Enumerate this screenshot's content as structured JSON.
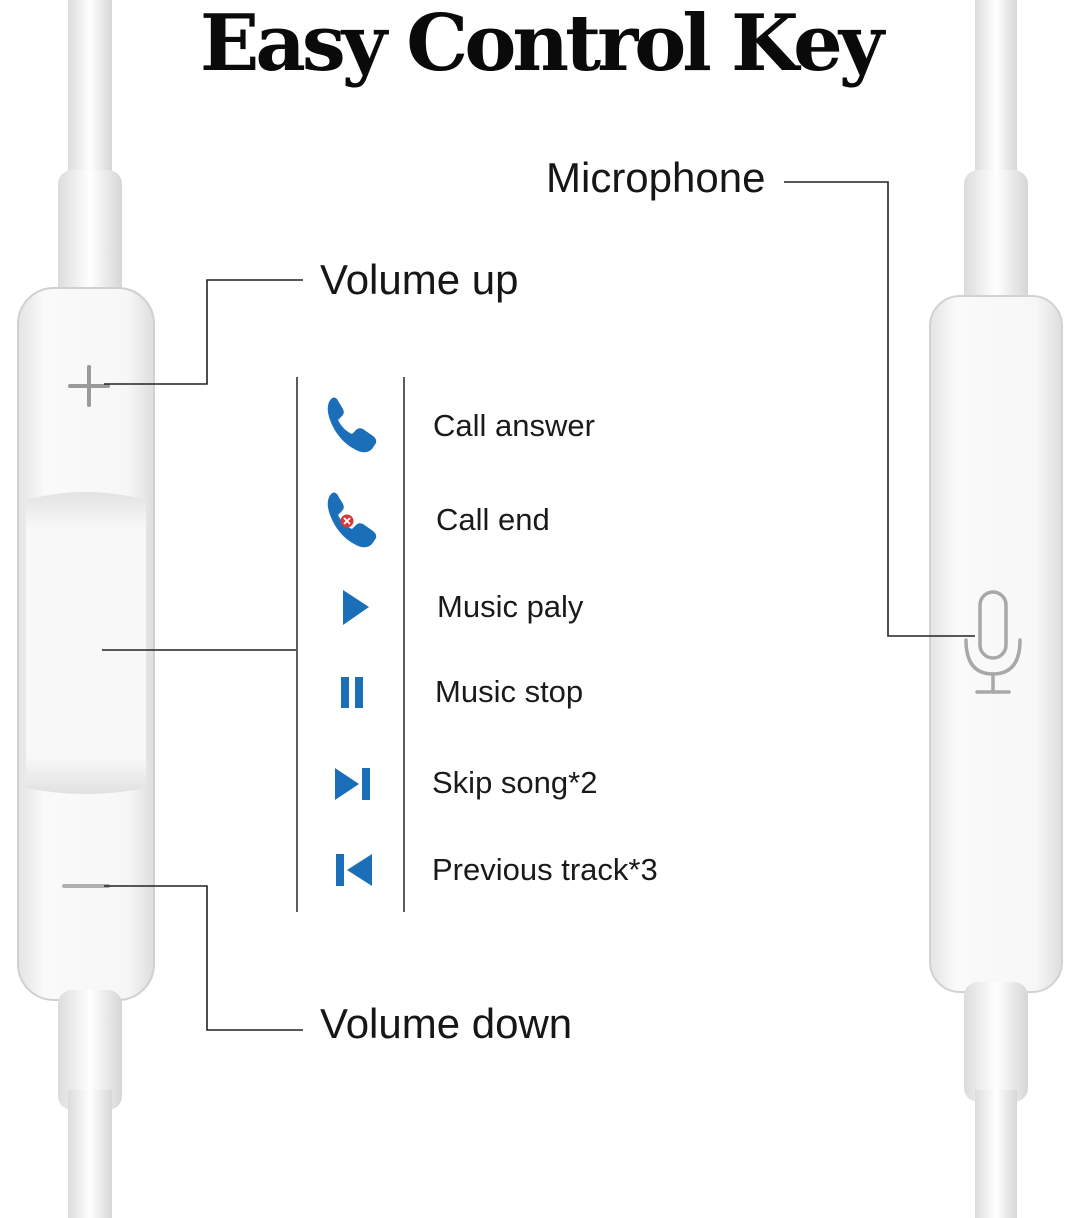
{
  "title": "Easy Control Key",
  "labels": {
    "microphone": "Microphone",
    "volume_up": "Volume up",
    "volume_down": "Volume down"
  },
  "controls_table": {
    "rows": [
      {
        "icon": "phone-icon",
        "label": "Call answer"
      },
      {
        "icon": "phone-hangup-icon",
        "label": "Call end"
      },
      {
        "icon": "play-icon",
        "label": "Music paly"
      },
      {
        "icon": "pause-icon",
        "label": "Music stop"
      },
      {
        "icon": "skip-next-icon",
        "label": "Skip song*2"
      },
      {
        "icon": "skip-previous-icon",
        "label": "Previous track*3"
      }
    ]
  },
  "colors": {
    "icon_blue": "#1a6fb8",
    "line": "#333333",
    "remote_body": "#f4f4f4"
  }
}
